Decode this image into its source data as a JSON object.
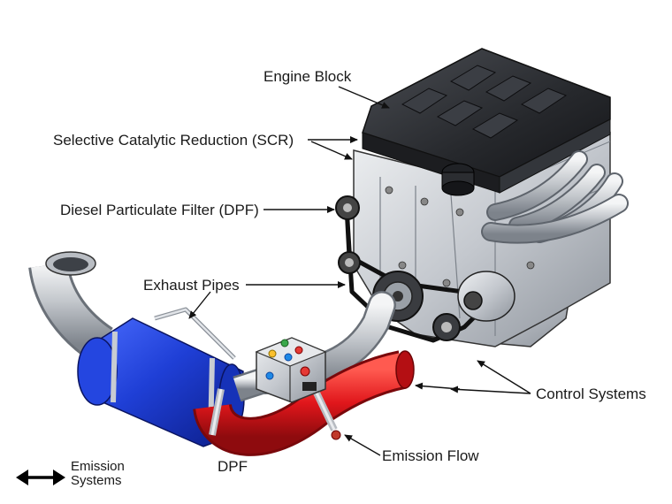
{
  "labels": {
    "engine_block": "Engine Block",
    "scr": "Selective Catalytic Reduction (SCR)",
    "dpf_long": "Diesel Particulate Filter (DPF)",
    "exhaust_pipes": "Exhaust Pipes",
    "control_systems": "Control Systems",
    "emission_flow": "Emission Flow",
    "dpf_short": "DPF"
  },
  "legend": {
    "line1": "Emission",
    "line2": "Systems"
  },
  "colors": {
    "canister": "#1f3fd6",
    "red_pipe": "#e0161b",
    "metal": "#c8ccd2",
    "engine_cover": "#2a2c30"
  }
}
